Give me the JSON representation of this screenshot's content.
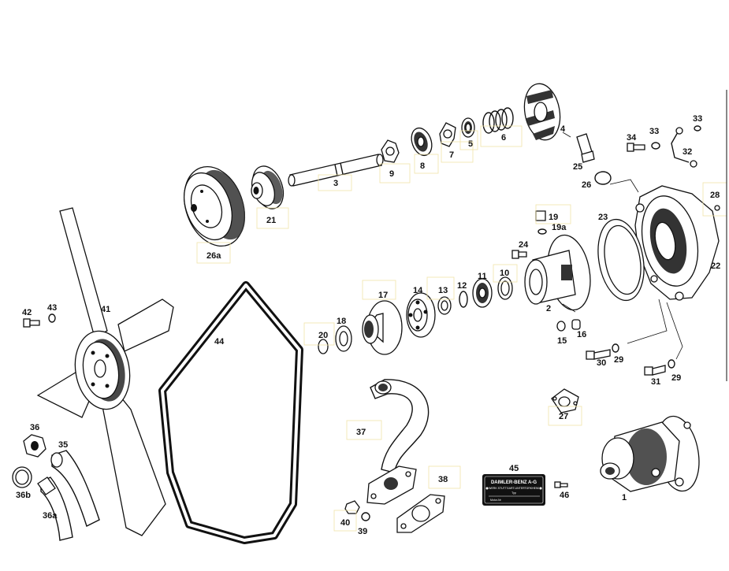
{
  "labels": {
    "p1": "1",
    "p2": "2",
    "p3": "3",
    "p4": "4",
    "p5": "5",
    "p6": "6",
    "p7": "7",
    "p8": "8",
    "p9": "9",
    "p10": "10",
    "p11": "11",
    "p12": "12",
    "p13": "13",
    "p14": "14",
    "p15": "15",
    "p16": "16",
    "p17": "17",
    "p18": "18",
    "p19": "19",
    "p19a": "19a",
    "p20": "20",
    "p21": "21",
    "p22": "22",
    "p23": "23",
    "p24": "24",
    "p25": "25",
    "p26": "26",
    "p26a": "26a",
    "p27": "27",
    "p28": "28",
    "p29a": "29",
    "p29b": "29",
    "p30": "30",
    "p31": "31",
    "p32": "32",
    "p33a": "33",
    "p33b": "33",
    "p34": "34",
    "p35": "35",
    "p36": "36",
    "p36a": "36a",
    "p36b": "36b",
    "p37": "37",
    "p38": "38",
    "p39": "39",
    "p40": "40",
    "p41": "41",
    "p42": "42",
    "p43": "43",
    "p44": "44",
    "p45": "45",
    "p46": "46"
  },
  "nameplate": {
    "maker": "DAIMLER-BENZ A-G",
    "city": "WERK STUTTGART-UNTERTÜRKHEIM",
    "type_label": "Typ",
    "number_label": "Motor-Nr"
  }
}
